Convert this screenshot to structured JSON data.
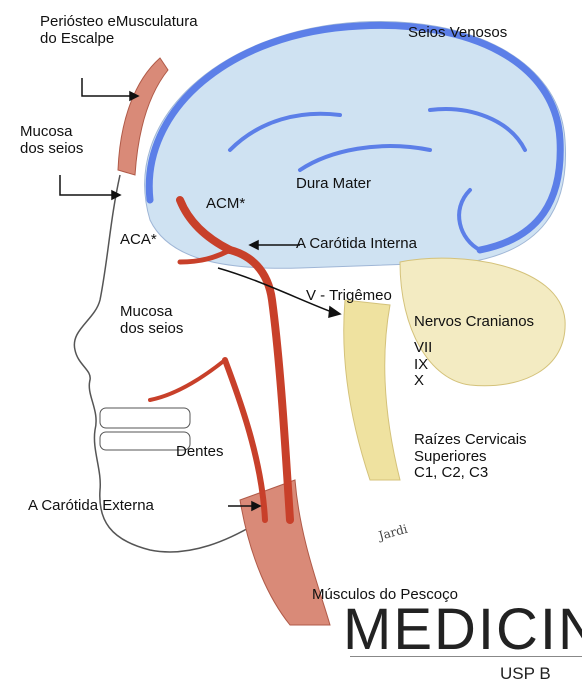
{
  "labels": {
    "periosteo": "Periósteo eMusculatura\ndo Escalpe",
    "seios_venosos": "Seios Venosos",
    "mucosa_seios_top": "Mucosa\ndos seios",
    "dura_mater": "Dura Mater",
    "acm": "ACM*",
    "aca": "ACA*",
    "carotida_interna": "A Carótida Interna",
    "trigemeo": "V - Trigêmeo",
    "mucosa_seios_mid": "Mucosa\ndos seios",
    "nervos_cranianos": "Nervos Cranianos",
    "nervos_list": "VII\nIX\nX",
    "dentes": "Dentes",
    "raizes": "Raízes Cervicais\nSuperiores\nC1, C2, C3",
    "carotida_externa": "A Carótida Externa",
    "musculos": "Músculos do Pescoço"
  },
  "logo": {
    "main": "MEDICIN",
    "sub": "USP  B"
  },
  "colors": {
    "dura": "#cfe2f2",
    "sinus": "#5c7fe8",
    "artery": "#c8402a",
    "nerve": "#efe2a0",
    "skin": "#ffffff"
  }
}
